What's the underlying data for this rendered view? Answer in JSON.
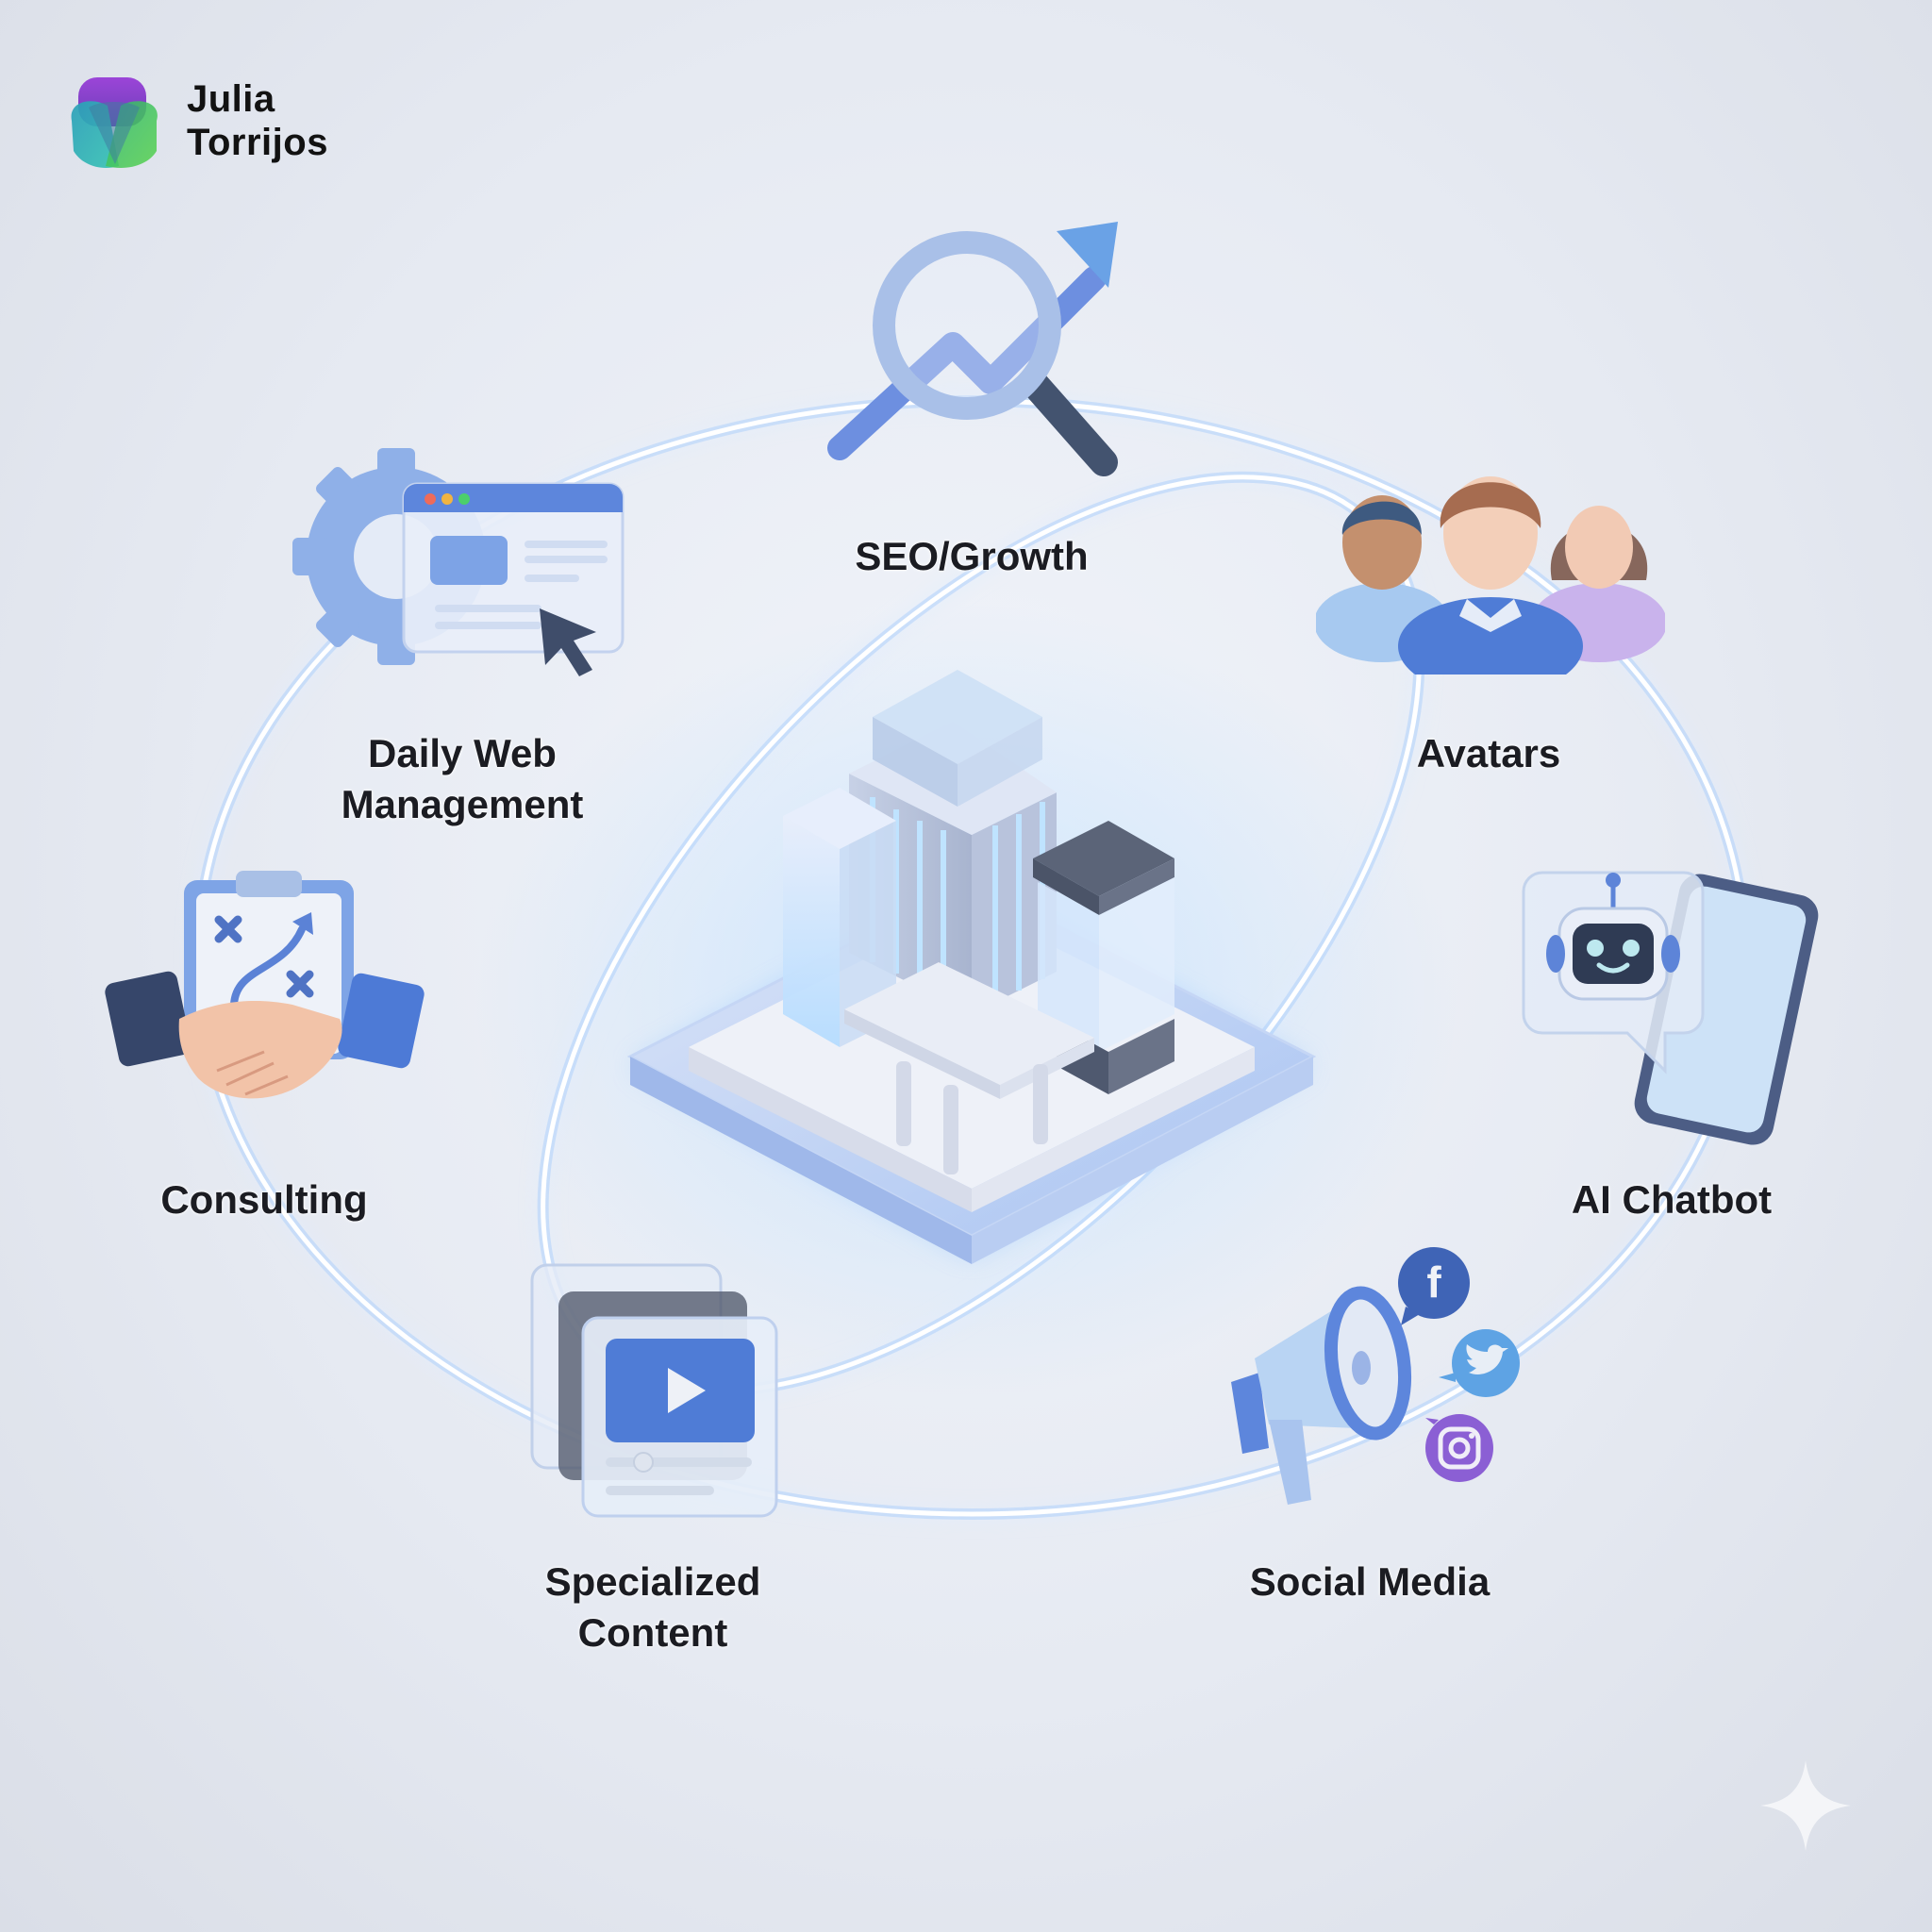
{
  "brand": {
    "name_line1": "Julia",
    "name_line2": "Torrijos",
    "logo_colors": [
      "#8a3fd0",
      "#2bb3c4",
      "#3cc85a"
    ]
  },
  "center": {
    "icon": "office-building-icon",
    "accent": "#6ab4f5"
  },
  "services": [
    {
      "id": "seo",
      "label_lines": [
        "SEO/Growth"
      ],
      "icon": "magnifier-growth-arrow-icon"
    },
    {
      "id": "web",
      "label_lines": [
        "Daily Web",
        "Management"
      ],
      "icon": "gear-browser-cursor-icon"
    },
    {
      "id": "avatars",
      "label_lines": [
        "Avatars"
      ],
      "icon": "people-group-icon"
    },
    {
      "id": "consulting",
      "label_lines": [
        "Consulting"
      ],
      "icon": "handshake-clipboard-icon"
    },
    {
      "id": "chatbot",
      "label_lines": [
        "AI Chatbot"
      ],
      "icon": "robot-phone-chat-icon"
    },
    {
      "id": "content",
      "label_lines": [
        "Specialized",
        "Content"
      ],
      "icon": "video-cards-icon"
    },
    {
      "id": "social",
      "label_lines": [
        "Social Media"
      ],
      "icon": "megaphone-social-icon"
    }
  ],
  "social_badges": [
    "f",
    "twitter-bird",
    "instagram"
  ],
  "colors": {
    "background": "#dde1e9",
    "ring_glow": "#ffffff",
    "ring_halo": "#9fc8ff",
    "primary_blue": "#4a78d6",
    "dark_slate": "#3d4a66",
    "text": "#1b1c22"
  },
  "watermark": {
    "icon": "sparkle-icon"
  }
}
